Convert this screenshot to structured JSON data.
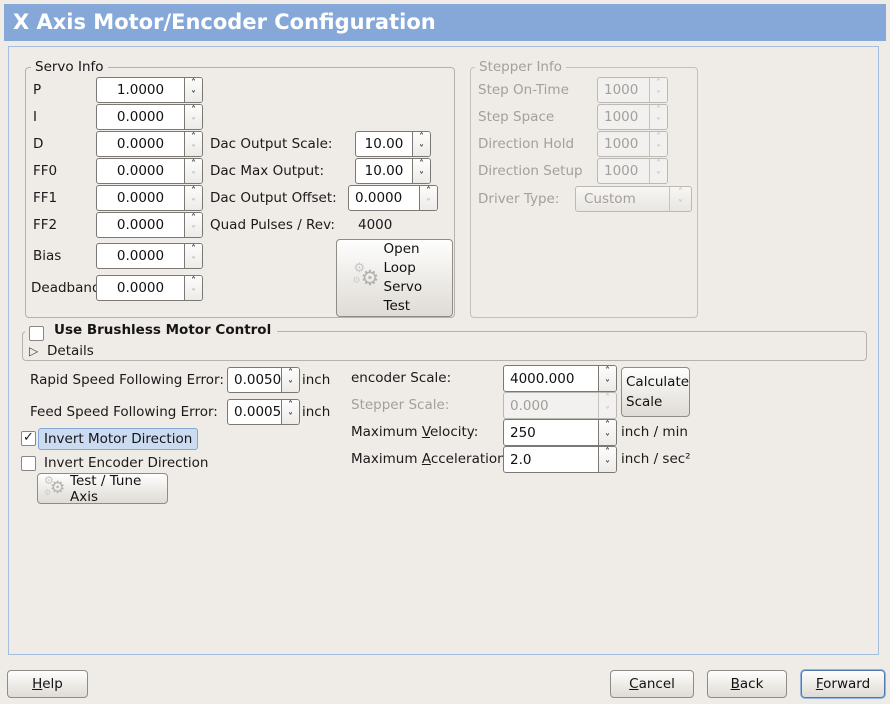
{
  "icons": {
    "check": "✓",
    "expander": "▷",
    "spin_up": "˄",
    "spin_down": "˅",
    "gear": "⚙"
  },
  "colors": {
    "titlebar": "#85a8d8",
    "focus_ring": "#4e7ab0",
    "selection_highlight": "#cbdbf2"
  },
  "title": "X Axis Motor/Encoder Configuration",
  "servo": {
    "frame_label": "Servo Info",
    "rows": [
      {
        "label": "P",
        "value": "1.0000"
      },
      {
        "label": "I",
        "value": "0.0000"
      },
      {
        "label": "D",
        "value": "0.0000"
      },
      {
        "label": "FF0",
        "value": "0.0000"
      },
      {
        "label": "FF1",
        "value": "0.0000"
      },
      {
        "label": "FF2",
        "value": "0.0000"
      },
      {
        "label": "Bias",
        "value": "0.0000"
      },
      {
        "label": "Deadband",
        "value": "0.0000"
      }
    ],
    "dac": [
      {
        "label": "Dac Output Scale:",
        "value": "10.00"
      },
      {
        "label": "Dac Max Output:",
        "value": "10.00"
      },
      {
        "label": "Dac Output Offset:",
        "value": "0.0000"
      }
    ],
    "quad_label": "Quad Pulses / Rev:",
    "quad_value": "4000",
    "open_loop_button": "Open Loop Servo Test"
  },
  "stepper": {
    "frame_label": "Stepper Info",
    "rows": [
      {
        "label": "Step On-Time",
        "value": "1000"
      },
      {
        "label": "Step Space",
        "value": "1000"
      },
      {
        "label": "Direction Hold",
        "value": "1000"
      },
      {
        "label": "Direction Setup",
        "value": "1000"
      }
    ],
    "driver_label": "Driver Type:",
    "driver_value": "Custom"
  },
  "brushless": {
    "checkbox_label": "Use Brushless Motor Control",
    "details_label": "Details"
  },
  "errors": {
    "rapid_label": "Rapid Speed Following Error:",
    "rapid_value": "0.0050",
    "rapid_unit": "inch",
    "feed_label": "Feed Speed Following Error:",
    "feed_value": "0.0005",
    "feed_unit": "inch"
  },
  "scales": {
    "encoder_label": "encoder Scale:",
    "encoder_value": "4000.000",
    "calculate_button": "Calculate Scale",
    "stepper_label": "Stepper Scale:",
    "stepper_value": "0.000",
    "velocity_pre": "Maximum ",
    "velocity_mn": "V",
    "velocity_post": "elocity:",
    "velocity_value": "250",
    "velocity_unit": "inch / min",
    "accel_pre": "Maximum ",
    "accel_mn": "A",
    "accel_post": "cceleration:",
    "accel_value": "2.0",
    "accel_unit": "inch / sec²"
  },
  "direction": {
    "invert_motor_label": "Invert Motor Direction",
    "invert_encoder_label": "Invert Encoder Direction",
    "test_tune_button": "Test / Tune Axis"
  },
  "footer": {
    "help_mn": "H",
    "help_post": "elp",
    "cancel_mn": "C",
    "cancel_post": "ancel",
    "back_mn": "B",
    "back_post": "ack",
    "forward_mn": "F",
    "forward_post": "orward"
  }
}
